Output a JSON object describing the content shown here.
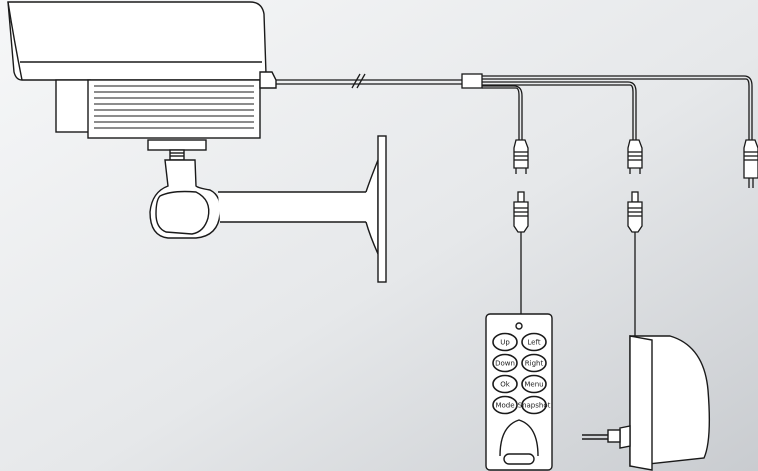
{
  "colors": {
    "background_light": "#f4f5f6",
    "background_dark": "#cfd2d6",
    "line": "#1a1a1a",
    "fill": "#ffffff",
    "housing_shade": "#eeeeee"
  },
  "remote": {
    "buttons": [
      {
        "label": "Up"
      },
      {
        "label": "Left"
      },
      {
        "label": "Down"
      },
      {
        "label": "Right"
      },
      {
        "label": "Ok"
      },
      {
        "label": "Menu"
      },
      {
        "label": "Mode"
      },
      {
        "label": "Snapshot"
      }
    ]
  },
  "icons": {
    "camera": "camera-icon",
    "power_adapter": "power-adapter-icon",
    "remote": "remote-control-icon"
  }
}
